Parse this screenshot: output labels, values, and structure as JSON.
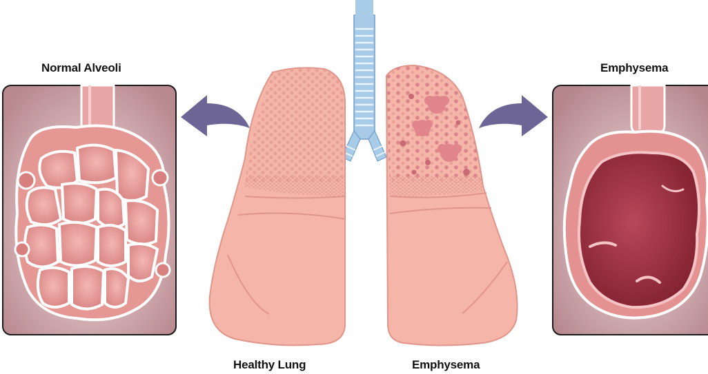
{
  "labels": {
    "normal_alveoli": "Normal Alveoli",
    "emphysema_panel": "Emphysema",
    "healthy_lung": "Healthy Lung",
    "emphysema_lung": "Emphysema"
  },
  "colors": {
    "lung_fill": "#f5b5a8",
    "lung_outline": "#e0958a",
    "alveoli_fill": "#f0a8a0",
    "trachea_blue": "#a8cbe8",
    "arrow_purple": "#6e6597",
    "panel_border": "#1a1a1a",
    "damaged_tissue": "#9c2e3e"
  }
}
